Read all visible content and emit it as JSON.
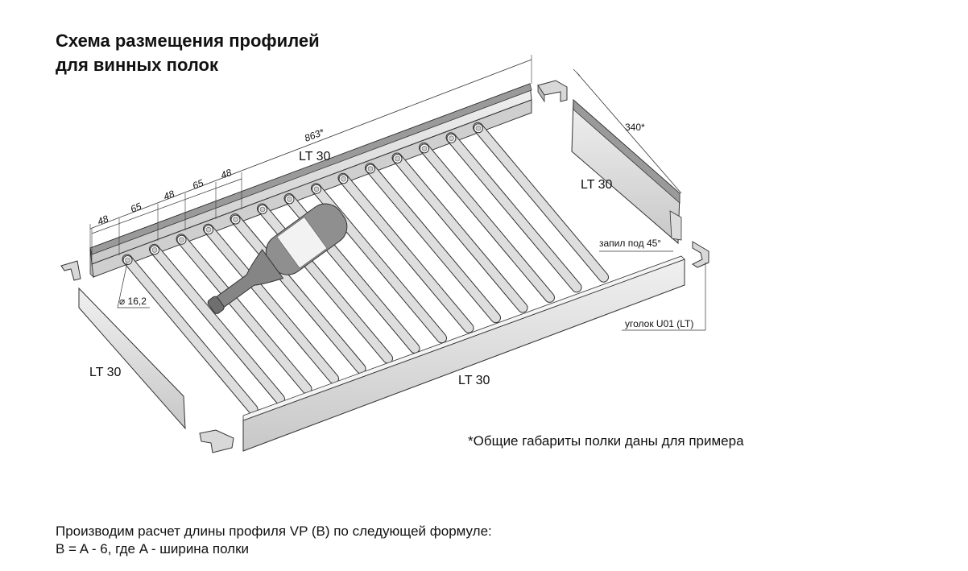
{
  "title": {
    "line1": "Схема размещения профилей",
    "line2": "для винных полок"
  },
  "diagram": {
    "labels": {
      "rail_back": "LT 30",
      "rail_right": "LT 30",
      "rail_left": "LT 30",
      "rail_front": "LT 30",
      "overall_length": "863*",
      "depth": "340*",
      "cut_note": "запил под 45°",
      "corner_note": "уголок U01 (LT)",
      "hole_diameter": "⌀ 16,2",
      "spacing": [
        "48",
        "65",
        "48",
        "65",
        "48"
      ]
    },
    "rod_count": 14,
    "colors": {
      "rail_fill": "#dcdcdc",
      "rod_fill": "#d4d4d4",
      "stroke": "#333333",
      "bottle": "#8a8a8a",
      "label": "#f2f2f2"
    },
    "icons": [
      "corner-bracket-icon",
      "wine-bottle-icon"
    ]
  },
  "note": "*Общие габариты полки даны для примера",
  "formula": {
    "line1": "Производим расчет длины профиля VP (B) по следующей формуле:",
    "line2": "B = A - 6, где A - ширина полки"
  }
}
